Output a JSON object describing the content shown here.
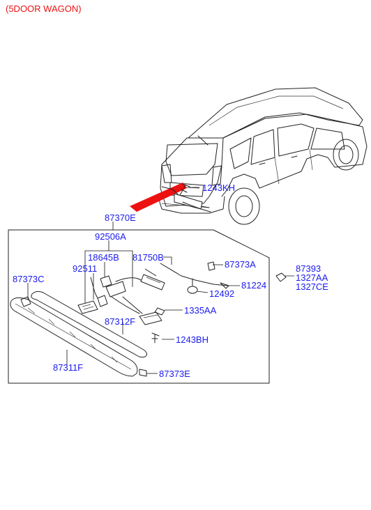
{
  "caption": "(5DOOR WAGON)",
  "colors": {
    "caption": "#ee1111",
    "labels": "#1a1aee",
    "pointer": "#ee1111",
    "lines": "#222222"
  },
  "labels": {
    "main_assembly": "87370E",
    "lamp_assembly": "92506A",
    "bulb": "18645B",
    "socket": "92511",
    "bolt_top": "1243KH",
    "clip_a": "87373A",
    "switch": "81750B",
    "grommet": "12492",
    "harness": "81224",
    "screw": "1335AA",
    "bolt_bottom": "1243BH",
    "molding": "87312F",
    "clip_c": "87373C",
    "garnish": "87311F",
    "clip_e": "87373E",
    "nut_1": "87393",
    "nut_2": "1327AA",
    "nut_3": "1327CE"
  }
}
